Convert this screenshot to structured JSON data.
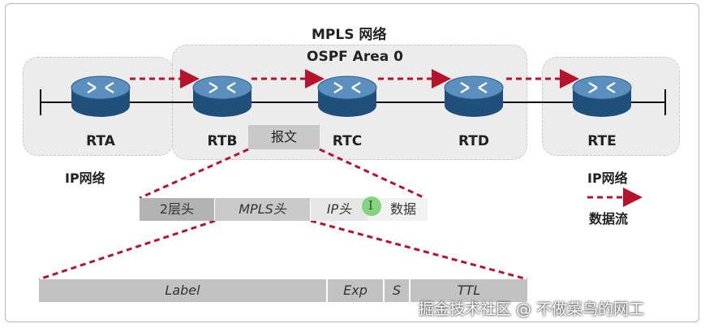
{
  "title": "MPLS 网络",
  "area_label": "OSPF Area 0",
  "routers": [
    "RTA",
    "RTB",
    "RTC",
    "RTD",
    "RTE"
  ],
  "ip_network_left": "IP网络",
  "ip_network_right": "IP网络",
  "packet_label": "报文",
  "header_fields": {
    "layer2": "2层头",
    "mpls": "MPLS头",
    "ip": "IP头",
    "data": "数据"
  },
  "label_fields": {
    "label": "Label",
    "exp": "Exp",
    "s": "S",
    "ttl": "TTL"
  },
  "legend_label": "数据流",
  "watermark": "掘金技术社区 @ 不做菜鸟的网工",
  "colors": {
    "flow_arrow": "#b5142c",
    "zone_fill": "#ececec",
    "router_body": "#1f4f7a",
    "router_top": "#5b8fbd"
  }
}
